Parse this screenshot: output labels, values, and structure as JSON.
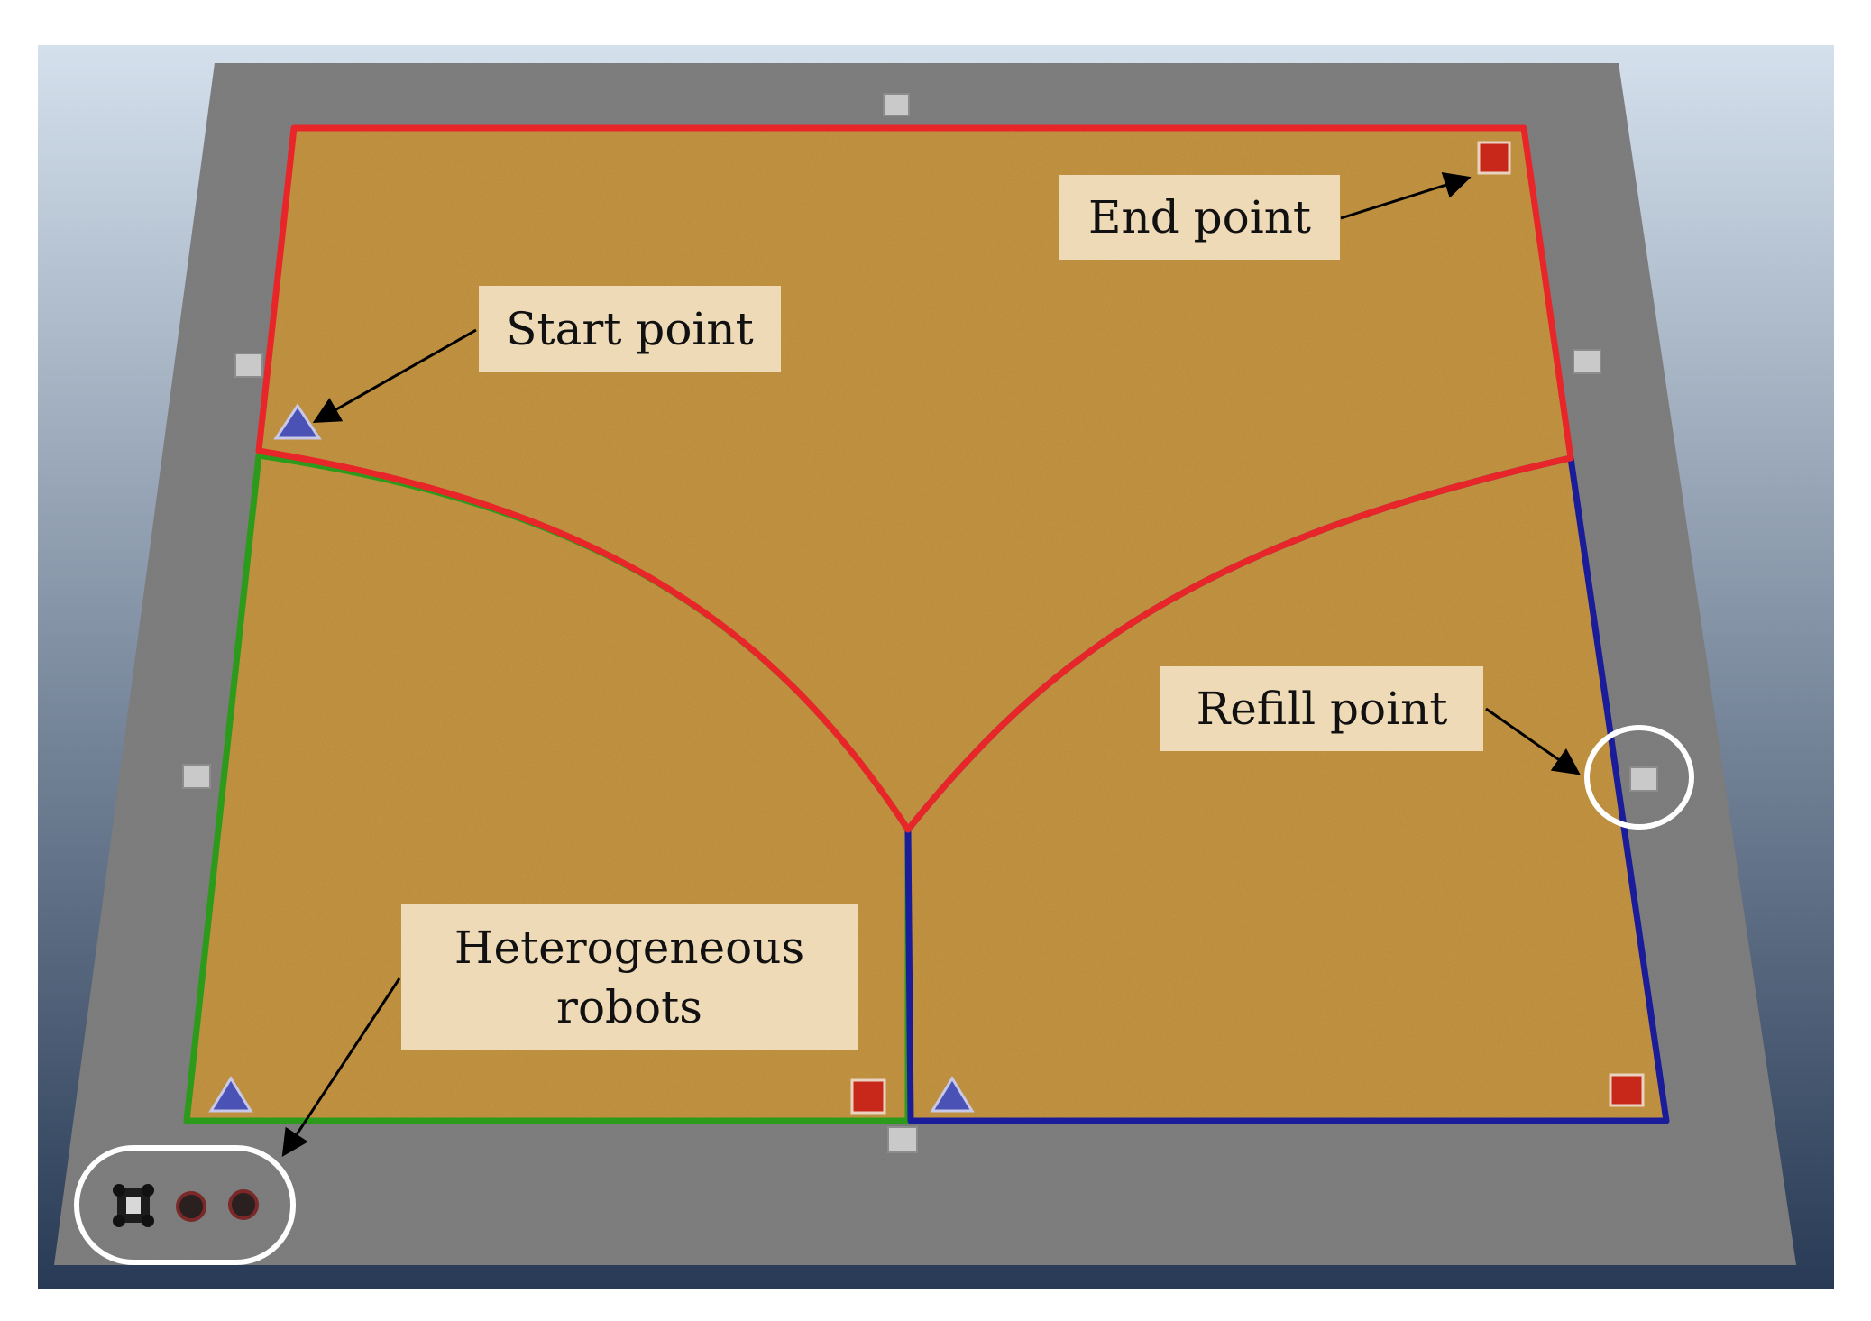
{
  "labels": {
    "end_point": "End point",
    "start_point": "Start point",
    "refill_point": "Refill point",
    "robots": "Heterogeneous\nrobots"
  },
  "colors": {
    "background_top": "#d4e0ec",
    "background_bottom": "#283a55",
    "ground": "#7d7d7d",
    "field": "#c9953f",
    "region_top": "#e8262a",
    "region_left": "#2c9a1a",
    "region_right": "#1a1c9a",
    "start_marker": "#4a52b5",
    "end_marker": "#c8281a",
    "highlight_circle": "#ffffff",
    "callout_bg": "#f3e2c4"
  },
  "icons": {
    "start": "triangle-marker",
    "end": "square-marker",
    "refill": "cube-post",
    "robots": [
      "quadcopter-robot-icon",
      "wheeled-robot-icon",
      "wheeled-robot-icon"
    ]
  }
}
